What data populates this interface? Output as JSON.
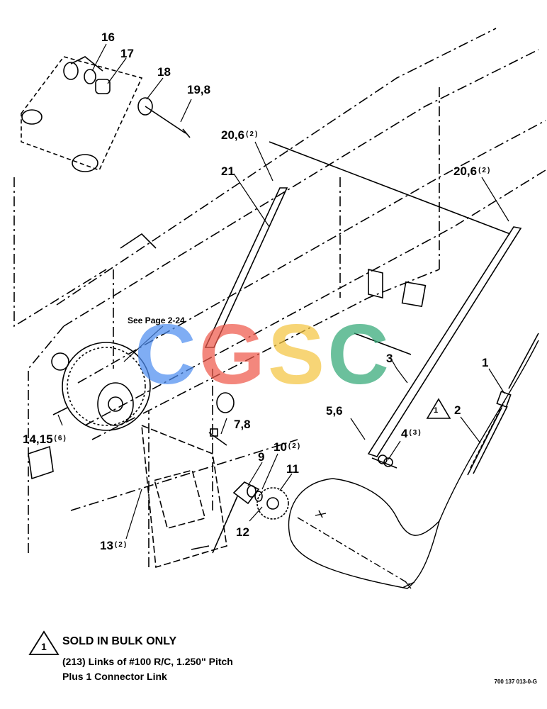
{
  "callouts": {
    "c16": {
      "num": "16"
    },
    "c17": {
      "num": "17"
    },
    "c18": {
      "num": "18"
    },
    "c19": {
      "num": "19,8"
    },
    "c20a": {
      "num": "20,6",
      "qty": "(2)"
    },
    "c20b": {
      "num": "20,6",
      "qty": "(2)"
    },
    "c21": {
      "num": "21"
    },
    "c1": {
      "num": "1"
    },
    "c2": {
      "num": "2"
    },
    "c3": {
      "num": "3"
    },
    "c4": {
      "num": "4",
      "qty": "(3)"
    },
    "c56": {
      "num": "5,6"
    },
    "c78": {
      "num": "7,8"
    },
    "c9": {
      "num": "9"
    },
    "c10": {
      "num": "10",
      "qty": "(2)"
    },
    "c11": {
      "num": "11"
    },
    "c12": {
      "num": "12"
    },
    "c13": {
      "num": "13",
      "qty": "(2)"
    },
    "c1415": {
      "num": "14,15",
      "qty": "(6)"
    }
  },
  "see_page": "See Page 2-24",
  "bulk_marker": "1",
  "watermark": {
    "letters": [
      "C",
      "G",
      "S",
      "C"
    ],
    "colors": [
      "#4f8ef0",
      "#ef5a4c",
      "#f4c542",
      "#33a877"
    ]
  },
  "note": {
    "marker": "1",
    "title": "SOLD IN BULK ONLY",
    "line1": "(213) Links of #100 R/C, 1.250\" Pitch",
    "line2": "Plus 1 Connector Link"
  },
  "drawing_number": "700 137 013-0-G"
}
